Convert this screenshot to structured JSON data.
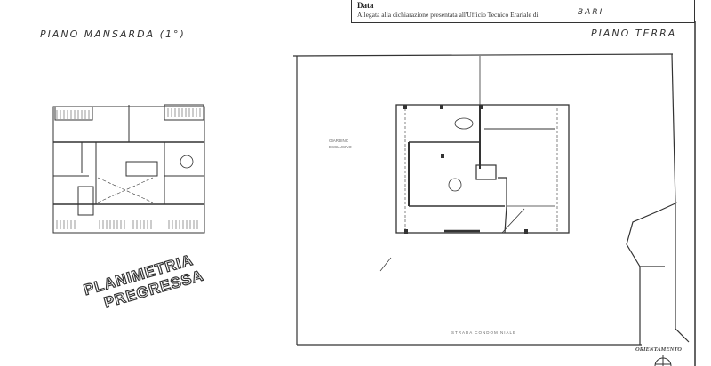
{
  "header": {
    "data_label": "Data",
    "declaration_text": "Allegata alla dichiarazione presentata all'Ufficio Tecnico Erariale di",
    "city": "BARI"
  },
  "plans": {
    "attic_title": "PIANO MANSARDA (1°)",
    "ground_title": "PIANO TERRA"
  },
  "labels": {
    "giardino": "GIARDINO ESCLUSIVO",
    "strada": "STRADA CONDOMINIALE",
    "orientamento": "ORIENTAMENTO"
  },
  "stamp": {
    "line1": "PLANIMETRIA",
    "line2": "PREGRESSA"
  },
  "icons": [
    "north-compass-icon"
  ]
}
